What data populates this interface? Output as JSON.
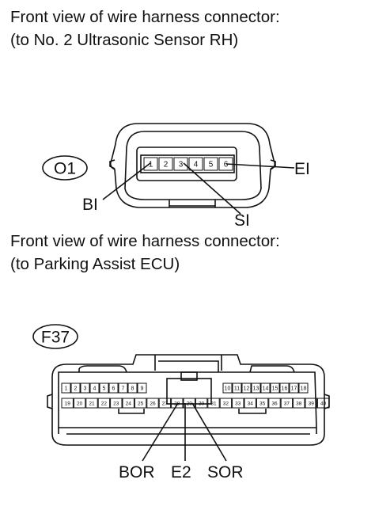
{
  "captions": {
    "connector1_line1": "Front view of wire harness connector:",
    "connector1_line2": "(to No. 2 Ultrasonic Sensor RH)",
    "connector2_line1": "Front view of wire harness connector:",
    "connector2_line2": "(to Parking Assist ECU)"
  },
  "connector1": {
    "code": "O1",
    "pins": [
      "1",
      "2",
      "3",
      "4",
      "5",
      "6"
    ],
    "terminals": {
      "bi": "BI",
      "si": "SI",
      "ei": "EI"
    }
  },
  "connector2": {
    "code": "F37",
    "top_left_pins": [
      "1",
      "2",
      "3",
      "4",
      "5",
      "6",
      "7",
      "8",
      "9"
    ],
    "top_right_pins": [
      "10",
      "11",
      "12",
      "13",
      "14",
      "15",
      "16",
      "17",
      "18"
    ],
    "bottom_pins": [
      "19",
      "20",
      "21",
      "22",
      "23",
      "24",
      "25",
      "26",
      "27",
      "28",
      "29",
      "30",
      "31",
      "32",
      "33",
      "34",
      "35",
      "36",
      "37",
      "38",
      "39",
      "40"
    ],
    "terminals": {
      "bor": "BOR",
      "e2": "E2",
      "sor": "SOR"
    }
  }
}
